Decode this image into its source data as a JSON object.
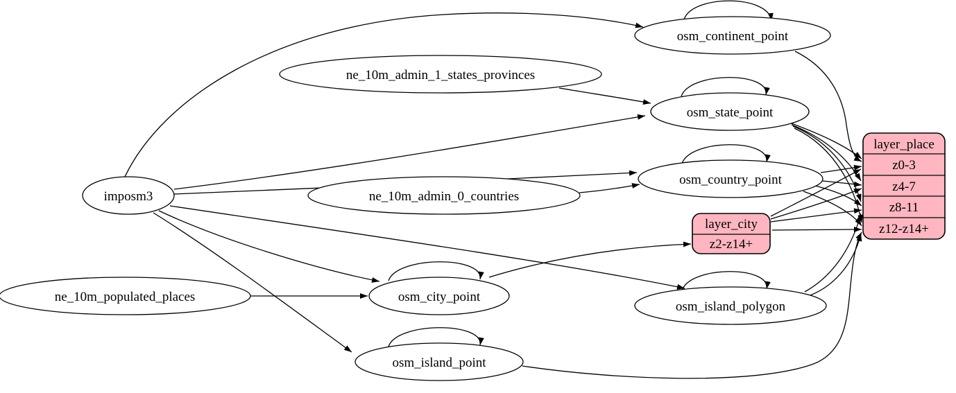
{
  "diagram": {
    "type": "graphviz-etl-graph",
    "colors": {
      "background": "#ffffff",
      "edge": "#000000",
      "ellipse_fill": "#ffffff",
      "record_fill": "#FFB6C1",
      "text": "#000000"
    },
    "nodes": {
      "imposm3": {
        "label": "imposm3"
      },
      "ne_10m_admin_1_states_provinces": {
        "label": "ne_10m_admin_1_states_provinces"
      },
      "ne_10m_admin_0_countries": {
        "label": "ne_10m_admin_0_countries"
      },
      "ne_10m_populated_places": {
        "label": "ne_10m_populated_places"
      },
      "osm_continent_point": {
        "label": "osm_continent_point"
      },
      "osm_state_point": {
        "label": "osm_state_point"
      },
      "osm_country_point": {
        "label": "osm_country_point"
      },
      "osm_city_point": {
        "label": "osm_city_point"
      },
      "osm_island_polygon": {
        "label": "osm_island_polygon"
      },
      "osm_island_point": {
        "label": "osm_island_point"
      },
      "layer_city": {
        "title": "layer_city",
        "rows": [
          "z2-z14+"
        ]
      },
      "layer_place": {
        "title": "layer_place",
        "rows": [
          "z0-3",
          "z4-7",
          "z8-11",
          "z12-z14+"
        ]
      }
    },
    "edges": [
      {
        "from": "imposm3",
        "to": "osm_continent_point"
      },
      {
        "from": "imposm3",
        "to": "osm_state_point"
      },
      {
        "from": "imposm3",
        "to": "osm_country_point"
      },
      {
        "from": "imposm3",
        "to": "osm_city_point"
      },
      {
        "from": "imposm3",
        "to": "osm_island_polygon"
      },
      {
        "from": "imposm3",
        "to": "osm_island_point"
      },
      {
        "from": "ne_10m_admin_1_states_provinces",
        "to": "osm_state_point"
      },
      {
        "from": "ne_10m_admin_0_countries",
        "to": "osm_country_point"
      },
      {
        "from": "ne_10m_populated_places",
        "to": "osm_city_point"
      },
      {
        "from": "osm_continent_point",
        "to": "osm_continent_point"
      },
      {
        "from": "osm_state_point",
        "to": "osm_state_point"
      },
      {
        "from": "osm_country_point",
        "to": "osm_country_point"
      },
      {
        "from": "osm_city_point",
        "to": "osm_city_point"
      },
      {
        "from": "osm_island_polygon",
        "to": "osm_island_polygon"
      },
      {
        "from": "osm_island_point",
        "to": "osm_island_point"
      },
      {
        "from": "osm_continent_point",
        "to": "layer_place:z0-3"
      },
      {
        "from": "osm_state_point",
        "to": "layer_place:z0-3"
      },
      {
        "from": "osm_state_point",
        "to": "layer_place:z4-7"
      },
      {
        "from": "osm_state_point",
        "to": "layer_place:z8-11"
      },
      {
        "from": "osm_state_point",
        "to": "layer_place:z12-z14+"
      },
      {
        "from": "osm_country_point",
        "to": "layer_place:z0-3"
      },
      {
        "from": "osm_country_point",
        "to": "layer_place:z4-7"
      },
      {
        "from": "osm_country_point",
        "to": "layer_place:z8-11"
      },
      {
        "from": "osm_country_point",
        "to": "layer_place:z12-z14+"
      },
      {
        "from": "osm_city_point",
        "to": "layer_city:z2-z14+"
      },
      {
        "from": "layer_city",
        "to": "layer_place:z0-3"
      },
      {
        "from": "layer_city",
        "to": "layer_place:z4-7"
      },
      {
        "from": "layer_city",
        "to": "layer_place:z8-11"
      },
      {
        "from": "layer_city",
        "to": "layer_place:z12-z14+"
      },
      {
        "from": "osm_island_polygon",
        "to": "layer_place:z8-11"
      },
      {
        "from": "osm_island_polygon",
        "to": "layer_place:z12-z14+"
      },
      {
        "from": "osm_island_point",
        "to": "layer_place:z12-z14+"
      }
    ]
  }
}
